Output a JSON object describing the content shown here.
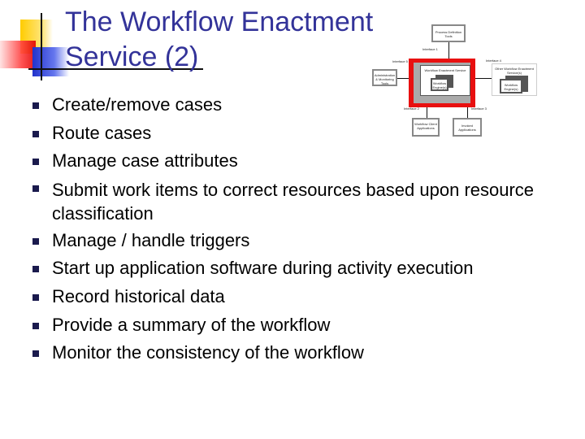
{
  "title": "The Workflow Enactment Service (2)",
  "bullets": [
    "Create/remove cases",
    "Route cases",
    "Manage case attributes",
    "Submit work items to correct resources based upon resource classification",
    "Manage / handle triggers",
    "Start up application software during activity execution",
    "Record historical data",
    "Provide a summary of the workflow",
    "Monitor the consistency of the workflow"
  ],
  "diagram": {
    "process_definition_tools": "Process Definition Tools",
    "interface1": "Interface 1",
    "interface2": "Interface 2",
    "interface3": "Interface 3",
    "interface4": "Interface 4",
    "interface5": "Interface 5",
    "admin_tools": "Administration & Monitoring Tools",
    "wes": "Workflow Enactment Service",
    "engines": "Workflow Engine(s)",
    "other_wes": "Other Workflow Enactment Service(s)",
    "other_engines": "Workflow Engine(s)",
    "client_apps": "Workflow Client Applications",
    "invoked_apps": "Invoked Applications",
    "highlight_color": "#e81010"
  }
}
